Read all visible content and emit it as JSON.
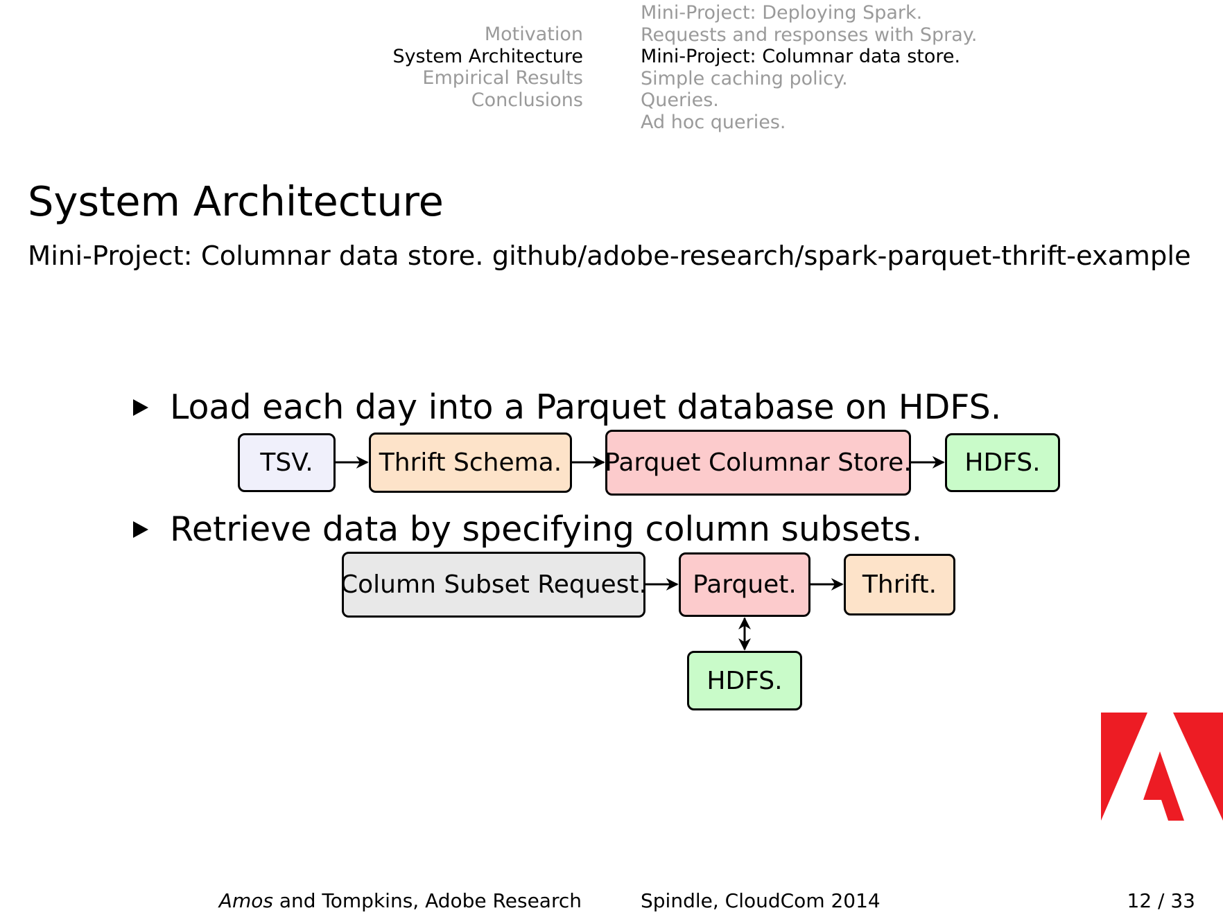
{
  "nav": {
    "sections": [
      "Motivation",
      "System Architecture",
      "Empirical Results",
      "Conclusions"
    ],
    "subsections": [
      "Mini-Project: Deploying Spark.",
      "Requests and responses with Spray.",
      "Mini-Project: Columnar data store.",
      "Simple caching policy.",
      "Queries.",
      "Ad hoc queries."
    ]
  },
  "slide": {
    "title": "System Architecture",
    "subtitle": "Mini-Project: Columnar data store. github/adobe-research/spark-parquet-thrift-example"
  },
  "bullets": [
    "Load each day into a Parquet database on HDFS.",
    "Retrieve data by specifying column subsets."
  ],
  "diagram1": {
    "nodes": [
      "TSV.",
      "Thrift Schema.",
      "Parquet Columnar Store.",
      "HDFS."
    ],
    "colors": [
      "#f0f0fb",
      "#fde3c9",
      "#fccbcc",
      "#c9fbc9"
    ]
  },
  "diagram2": {
    "nodes": [
      "Column Subset Request.",
      "Parquet.",
      "Thrift.",
      "HDFS."
    ],
    "colors": [
      "#e8e8e8",
      "#fccbcc",
      "#fde3c9",
      "#c9fbc9"
    ]
  },
  "footer": {
    "author_italic": "Amos",
    "author_rest": " and Tompkins, Adobe Research",
    "event": "Spindle, CloudCom 2014",
    "page": "12 / 33"
  },
  "logo": {
    "name": "adobe-logo",
    "color": "#ed1c24"
  }
}
